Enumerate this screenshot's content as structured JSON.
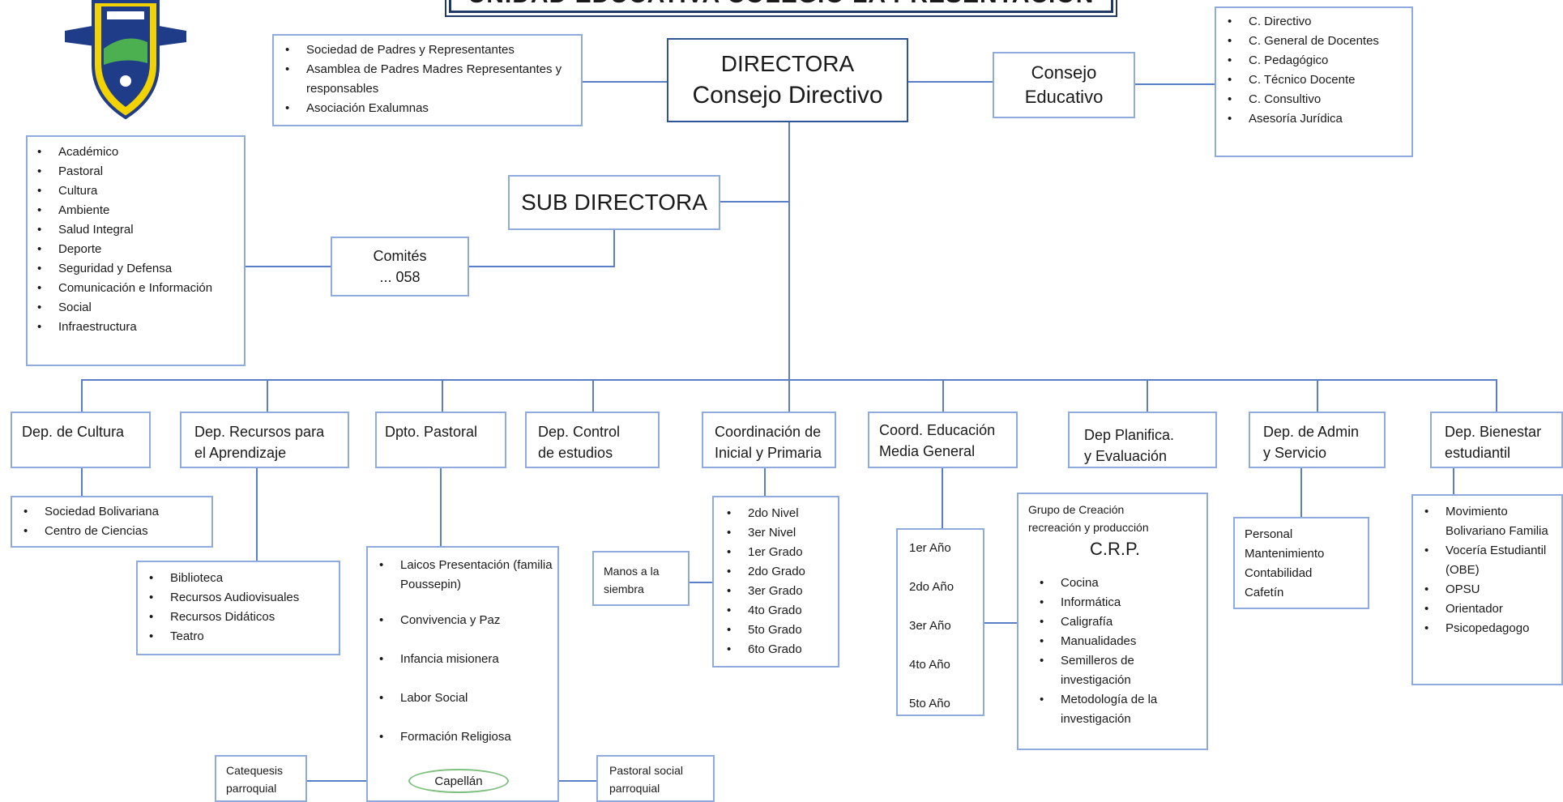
{
  "title": "UNIDAD EDUCATIVA COLEGIO LA PRESENTACIÓN",
  "colors": {
    "line": "#5b7fc7",
    "border": "#8faadc",
    "strong_border": "#2f5597",
    "oval": "#7fbf7f",
    "crest_yellow": "#f2d200",
    "crest_blue": "#1f3c88"
  },
  "parents_list": [
    "Sociedad de Padres y Representantes",
    "Asamblea de Padres Madres Representantes y responsables",
    "Asociación Exalumnas"
  ],
  "directora": {
    "line1": "DIRECTORA",
    "line2": "Consejo Directivo"
  },
  "consejo_educativo": {
    "line1": "Consejo",
    "line2": "Educativo"
  },
  "consejos_list": [
    "C. Directivo",
    "C. General de Docentes",
    "C. Pedagógico",
    "C. Técnico Docente",
    "C. Consultivo",
    "Asesoría Jurídica"
  ],
  "sub_directora": "SUB DIRECTORA",
  "comites": {
    "line1": "Comités",
    "line2": "... 058"
  },
  "comites_list": [
    "Académico",
    "Pastoral",
    "Cultura",
    "Ambiente",
    "Salud Integral",
    "Deporte",
    "Seguridad y Defensa",
    "Comunicación e Información",
    "Social",
    "Infraestructura"
  ],
  "departments": [
    {
      "line1": "Dep. de Cultura",
      "line2": ""
    },
    {
      "line1": "Dep. Recursos para",
      "line2": "el Aprendizaje"
    },
    {
      "line1": "Dpto. Pastoral",
      "line2": ""
    },
    {
      "line1": "Dep. Control",
      "line2": "de estudios"
    },
    {
      "line1": "Coordinación de",
      "line2": "Inicial y Primaria"
    },
    {
      "line1": "Coord. Educación",
      "line2": "Media General"
    },
    {
      "line1": "Dep Planifica.",
      "line2": "y Evaluación"
    },
    {
      "line1": "Dep. de Admin",
      "line2": "y Servicio"
    },
    {
      "line1": "Dep. Bienestar",
      "line2": "estudiantil"
    }
  ],
  "cultura_list": [
    "Sociedad Bolivariana",
    "Centro de Ciencias"
  ],
  "recursos_list": [
    "Biblioteca",
    "Recursos Audiovisuales",
    "Recursos Didáticos",
    "Teatro"
  ],
  "pastoral_list": [
    "Laicos Presentación (familia Poussepin)",
    "Convivencia y Paz",
    "Infancia misionera",
    "Labor Social",
    "Formación Religiosa"
  ],
  "capellan": "Capellán",
  "catequesis": {
    "line1": "Catequesis",
    "line2": "parroquial"
  },
  "pastoral_social": {
    "line1": "Pastoral social",
    "line2": "parroquial"
  },
  "manos": {
    "line1": "Manos a la",
    "line2": "siembra"
  },
  "inicial_list": [
    "2do Nivel",
    "3er Nivel",
    "1er Grado",
    "2do Grado",
    "3er Grado",
    "4to Grado",
    "5to Grado",
    "6to Grado"
  ],
  "anios_list": [
    "1er Año",
    "2do Año",
    "3er Año",
    "4to Año",
    "5to Año"
  ],
  "crp": {
    "line1": "Grupo de Creación",
    "line2": "recreación y producción",
    "acronym": "C.R.P."
  },
  "crp_list": [
    "Cocina",
    "Informática",
    "Caligrafía",
    "Manualidades",
    "Semilleros de investigación",
    "Metodología de la investigación"
  ],
  "admin_list": [
    "Personal",
    "Mantenimiento",
    "Contabilidad",
    "Cafetín"
  ],
  "bienestar_list": [
    "Movimiento Bolivariano Familia",
    "Vocería Estudiantil (OBE)",
    "OPSU",
    "Orientador",
    "Psicopedagogo"
  ]
}
